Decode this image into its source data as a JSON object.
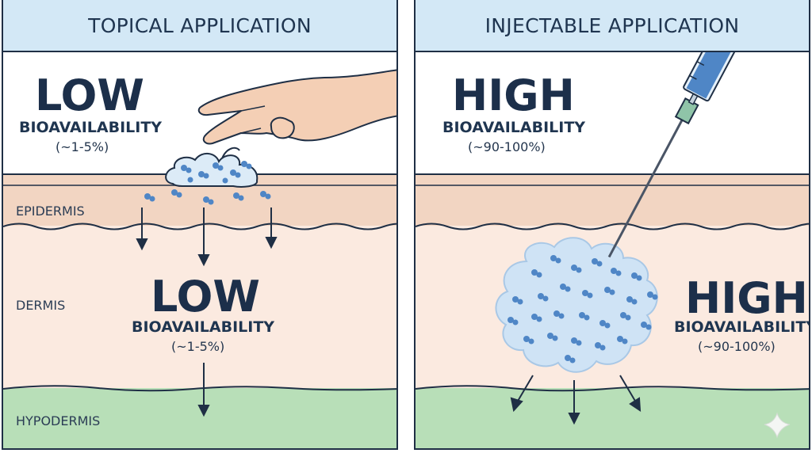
{
  "topical": {
    "title": "TOPICAL APPLICATION",
    "surface_level": "LOW",
    "surface_sub": "BIOAVAILABILITY",
    "surface_pct": "(~1-5%)",
    "dermis_level": "LOW",
    "dermis_sub": "BIOAVAILABILITY",
    "dermis_pct": "(~1-5%)",
    "layers": {
      "epidermis": "EPIDERMIS",
      "dermis": "DERMIS",
      "hypodermis": "HYPODERMIS"
    }
  },
  "injectable": {
    "title": "INJECTABLE APPLICATION",
    "surface_level": "HIGH",
    "surface_sub": "BIOAVAILABILITY",
    "surface_pct": "(~90-100%)",
    "dermis_level": "HIGH",
    "dermis_sub": "BIOAVAILABILITY",
    "dermis_pct": "(~90-100%)"
  },
  "colors": {
    "header": "#d3e8f6",
    "epidermis": "#f2d5c2",
    "dermis": "#fbeae0",
    "hypodermis": "#b8dfb8",
    "molecule": "#4f86c6",
    "outline": "#1f2f45"
  },
  "icons": [
    "hand-icon",
    "syringe-icon",
    "cream-blob-icon",
    "molecule-icon",
    "arrow-down-icon",
    "sparkle-icon"
  ]
}
